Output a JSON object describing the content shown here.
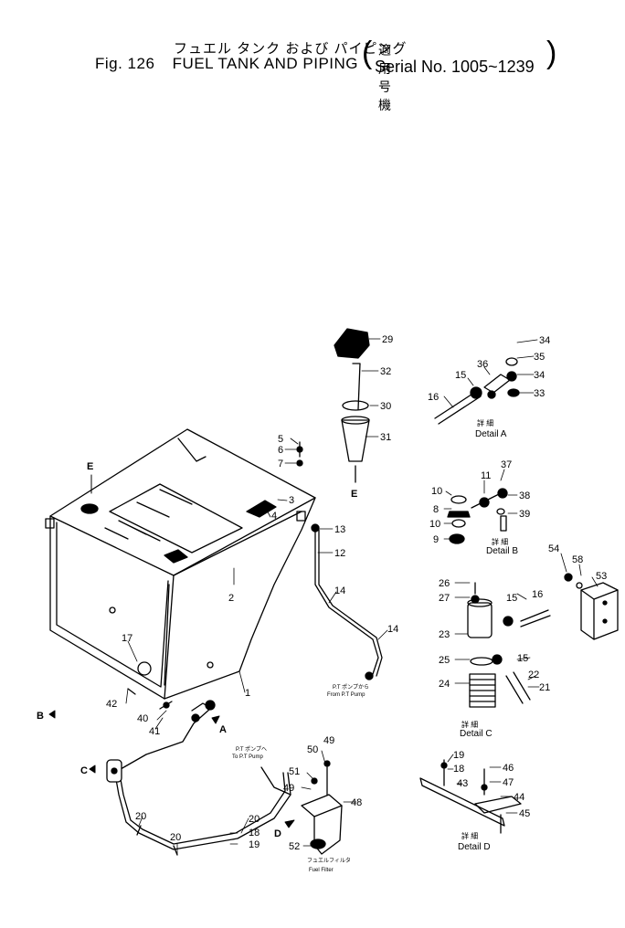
{
  "header": {
    "jp_title": "フュエル タンク および パイピング",
    "fig_label": "Fig. 126",
    "en_title": "FUEL TANK AND PIPING",
    "jp_serial": "適 用 号 機",
    "serial": "Serial No. 1005~1239",
    "open_paren": "(",
    "close_paren": ")"
  },
  "parts": {
    "p1": "1",
    "p2": "2",
    "p3": "3",
    "p4": "4",
    "p5": "5",
    "p6": "6",
    "p7": "7",
    "p8": "8",
    "p9": "9",
    "p10a": "10",
    "p10b": "10",
    "p11": "11",
    "p12": "12",
    "p13": "13",
    "p14a": "14",
    "p14b": "14",
    "p15a": "15",
    "p15b": "15",
    "p15c": "15",
    "p16a": "16",
    "p16b": "16",
    "p17": "17",
    "p18a": "18",
    "p18b": "18",
    "p19a": "19",
    "p19b": "19",
    "p20a": "20",
    "p20b": "20",
    "p20c": "20",
    "p21": "21",
    "p22": "22",
    "p23": "23",
    "p24": "24",
    "p25": "25",
    "p26": "26",
    "p27": "27",
    "p29": "29",
    "p30": "30",
    "p31": "31",
    "p32": "32",
    "p33": "33",
    "p34a": "34",
    "p34b": "34",
    "p35": "35",
    "p36": "36",
    "p37": "37",
    "p38": "38",
    "p39": "39",
    "p40": "40",
    "p41": "41",
    "p42": "42",
    "p43": "43",
    "p44": "44",
    "p45": "45",
    "p46": "46",
    "p47": "47",
    "p48": "48",
    "p49a": "49",
    "p49b": "49",
    "p50": "50",
    "p51": "51",
    "p52": "52",
    "p53": "53",
    "p54": "54",
    "p58": "58"
  },
  "letters": {
    "E_tank": "E",
    "E_pipe": "E",
    "A_arrow": "A",
    "B_arrow": "B",
    "C_arrow": "C",
    "D_arrow": "D"
  },
  "details": {
    "A": {
      "jp": "詳 細",
      "en": "Detail A"
    },
    "B": {
      "jp": "詳 細",
      "en": "Detail B"
    },
    "C": {
      "jp": "詳 細",
      "en": "Detail C"
    },
    "D": {
      "jp": "詳 細",
      "en": "Detail D"
    }
  },
  "notes": {
    "from_pt_jp": "P.T ポンプから",
    "from_pt_en": "From P.T Pump",
    "to_pt_jp": "P.T ポンプへ",
    "to_pt_en": "To P.T Pump",
    "filter_jp": "フュエルフィルタ",
    "filter_en": "Fuel Filter"
  }
}
